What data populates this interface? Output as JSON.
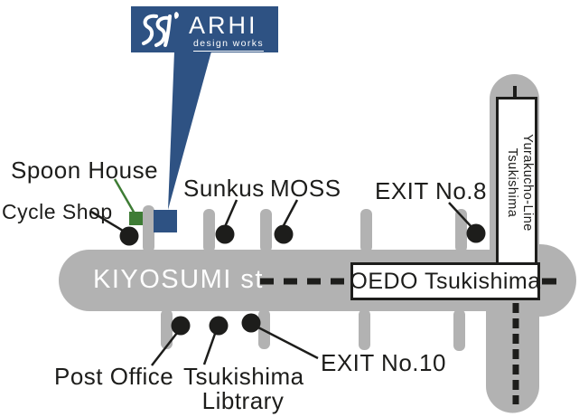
{
  "brand": {
    "name": "ARHI",
    "subtitle": "design works",
    "mark": "arhi-monogram"
  },
  "map": {
    "street_label": "KIYOSUMI st",
    "station_box_label": "OEDO Tsukishima",
    "rail_label_line1": "Yurakucho-Line",
    "rail_label_line2": "Tsukishima",
    "pois": {
      "spoon_house": "Spoon House",
      "cycle_shop": "Cycle Shop",
      "sunkus": "Sunkus",
      "moss": "MOSS",
      "exit8": "EXIT No.8",
      "exit10": "EXIT No.10",
      "post_office": "Post Office",
      "library_line1": "Tsukishima",
      "library_line2": "Libtrary"
    }
  },
  "colors": {
    "road_gray": "#b2b2b2",
    "brand_navy": "#2e5283",
    "accent_green": "#3e7c35",
    "marker_black": "#1d1d1b",
    "box_white": "#ffffff"
  }
}
